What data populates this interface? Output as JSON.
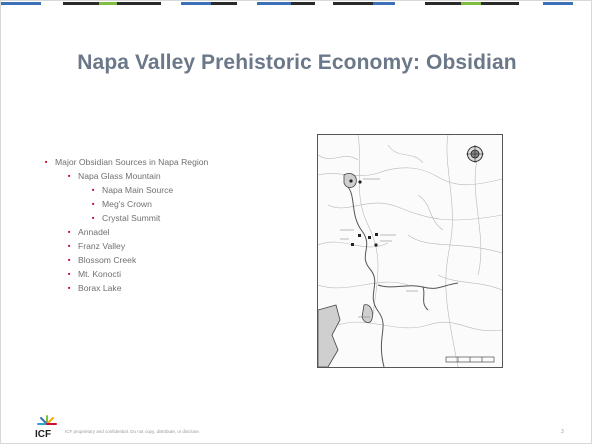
{
  "slide": {
    "title": "Napa Valley Prehistoric Economy: Obsidian",
    "bullets": [
      {
        "level": 1,
        "text": "Major Obsidian Sources in Napa Region"
      },
      {
        "level": 2,
        "text": "Napa Glass Mountain"
      },
      {
        "level": 3,
        "text": "Napa Main Source"
      },
      {
        "level": 3,
        "text": "Meg's Crown"
      },
      {
        "level": 3,
        "text": "Crystal Summit"
      },
      {
        "level": 2,
        "text": "Annadel"
      },
      {
        "level": 2,
        "text": "Franz Valley"
      },
      {
        "level": 2,
        "text": "Blossom Creek"
      },
      {
        "level": 2,
        "text": "Mt. Konocti"
      },
      {
        "level": 2,
        "text": "Borax Lake"
      }
    ],
    "bullet_color": "#c9102f",
    "title_color": "#6b7889"
  },
  "footer": {
    "logo_text": "ICF",
    "notice": "ICF proprietary and confidential. Do not copy, distribute, or disclose.",
    "page_number": "3"
  },
  "map": {
    "icons": [
      "north-arrow-icon"
    ]
  }
}
